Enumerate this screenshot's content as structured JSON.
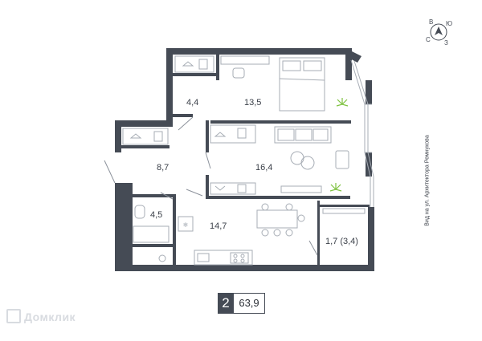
{
  "compass": {
    "n": "Ю",
    "e": "В",
    "s": "С",
    "w": "З"
  },
  "rooms": [
    {
      "id": "closet",
      "label": "4,4"
    },
    {
      "id": "bedroom",
      "label": "13,5"
    },
    {
      "id": "hall",
      "label": "8,7"
    },
    {
      "id": "living",
      "label": "16,4"
    },
    {
      "id": "bathroom",
      "label": "4,5"
    },
    {
      "id": "kitchen",
      "label": "14,7"
    },
    {
      "id": "loggia",
      "label": "1,7 (3,4)"
    }
  ],
  "street_label": "Вид на ул. Архитектора Ремнукова",
  "badge": {
    "rooms": "2",
    "area": "63,9"
  },
  "watermark": "Домклик",
  "colors": {
    "wall": "#454b55",
    "furniture": "#a7adb5",
    "accent_plant": "#7fc241"
  }
}
